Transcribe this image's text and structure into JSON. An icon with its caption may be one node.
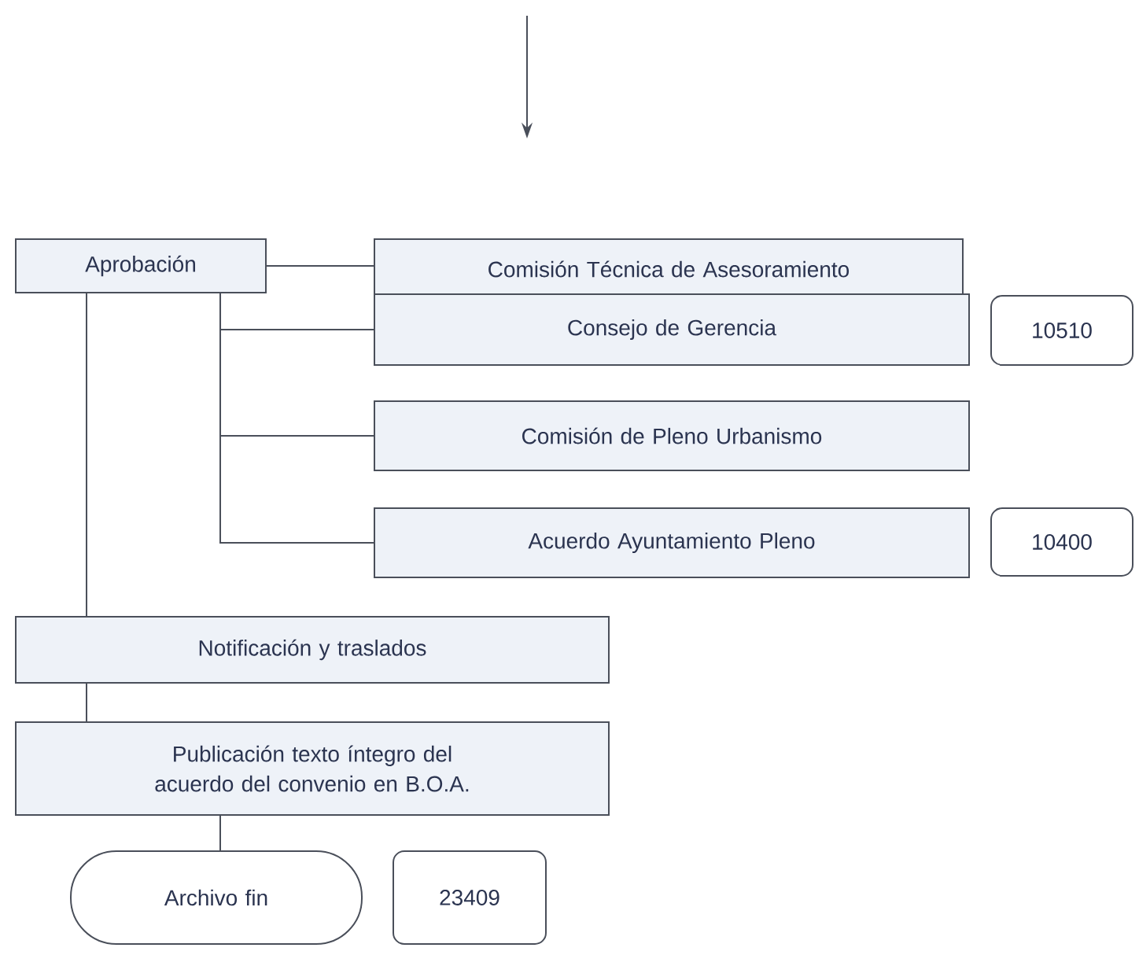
{
  "diagram": {
    "nodes": [
      {
        "text": [
          "Aprobación"
        ]
      },
      {
        "text": [
          "Comisión Técnica de Asesoramiento"
        ]
      },
      {
        "text": [
          "Consejo de Gerencia"
        ]
      },
      {
        "text": [
          "Comisión de Pleno Urbanismo"
        ]
      },
      {
        "text": [
          "Acuerdo Ayuntamiento Pleno"
        ]
      },
      {
        "text": [
          "10510"
        ]
      },
      {
        "text": [
          "10400"
        ]
      },
      {
        "text": [
          "Notificación y traslados"
        ]
      },
      {
        "text": [
          "Publicación texto íntegro del acuerdo del convenio en B.O.A."
        ]
      },
      {
        "text": [
          "Archivo fin"
        ]
      },
      {
        "text": [
          "23409"
        ]
      }
    ],
    "edges": [
      {
        "from": 0,
        "to": 1,
        "arrow": "none"
      },
      {
        "from": 0,
        "to": 2,
        "arrow": "none"
      },
      {
        "from": 0,
        "to": 3,
        "arrow": "none"
      },
      {
        "from": 0,
        "to": 4,
        "arrow": "none"
      },
      {
        "from": 0,
        "to": 7,
        "arrow": "none"
      },
      {
        "from": 7,
        "to": 8,
        "arrow": "none"
      },
      {
        "from": 8,
        "to": 9,
        "arrow": "none"
      }
    ]
  }
}
